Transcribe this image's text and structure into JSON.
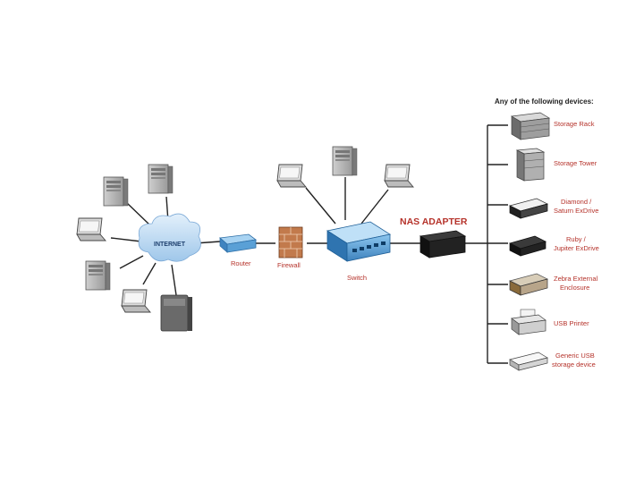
{
  "heading": "Any of the following devices:",
  "internet_label": "INTERNET",
  "router_label": "Router",
  "firewall_label": "Firewall",
  "switch_label": "Switch",
  "nas_label": "NAS ADAPTER",
  "devices": [
    {
      "line1": "Storage Rack",
      "line2": ""
    },
    {
      "line1": "Storage Tower",
      "line2": ""
    },
    {
      "line1": "Diamond /",
      "line2": "Saturn ExDrive"
    },
    {
      "line1": "Ruby /",
      "line2": "Jupiter ExDrive"
    },
    {
      "line1": "Zebra External",
      "line2": "Enclosure"
    },
    {
      "line1": "USB Printer",
      "line2": ""
    },
    {
      "line1": "Generic USB",
      "line2": "storage device"
    }
  ],
  "colors": {
    "label_red": "#b5322a",
    "cloud": "#bcd8f2",
    "switch": "#5aa0d6",
    "router": "#6fb3e0",
    "firewall": "#b4643a"
  }
}
